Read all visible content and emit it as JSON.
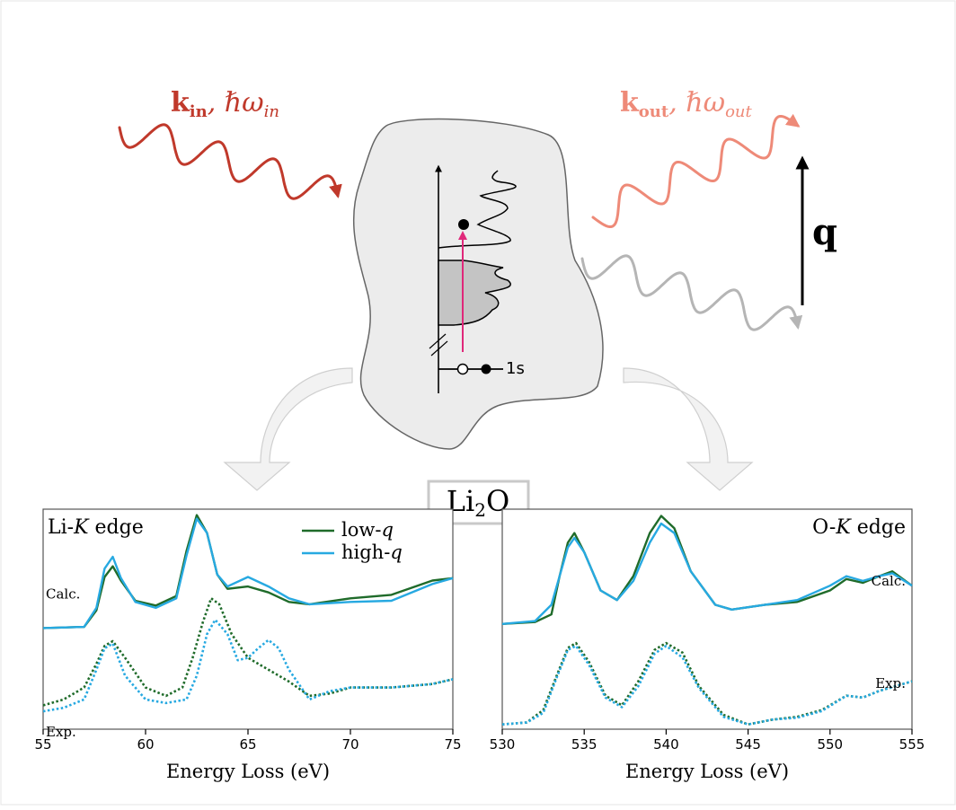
{
  "colors": {
    "incoming_wave": "#c0392b",
    "outgoing_wave": "#ee8a78",
    "scattered_wave": "#b5b5b5",
    "transition_arrow": "#e0287a",
    "low_q": "#1f6b2a",
    "high_q": "#27a9e1",
    "sample_fill": "#ececec",
    "occupied_fill": "#c4c4c4"
  },
  "labels": {
    "k_in": "k",
    "k_in_sub": "in",
    "hw_in": ", ℏω",
    "hw_in_sub": "in",
    "k_out": "k",
    "k_out_sub": "out",
    "hw_out": ", ℏω",
    "hw_out_sub": "out",
    "q": "q",
    "core_level": "1s",
    "material": "Li",
    "material_sub": "2",
    "material_end": "O"
  },
  "chart_data": [
    {
      "type": "line",
      "title": "Li-K edge",
      "xlabel": "Energy Loss (eV)",
      "xlim": [
        55,
        75
      ],
      "xticks": [
        55,
        60,
        65,
        70,
        75
      ],
      "legend": {
        "placement": "top-right",
        "entries": [
          "low-q",
          "high-q"
        ]
      },
      "annotations": [
        "Calc.",
        "Exp."
      ],
      "series": [
        {
          "name": "low-q",
          "group": "Calc.",
          "style": "solid",
          "x": [
            55,
            57,
            57.6,
            58,
            58.4,
            58.8,
            59.5,
            60.5,
            61.5,
            62,
            62.5,
            63,
            63.5,
            64,
            65,
            66,
            67,
            68,
            70,
            72,
            74,
            75
          ],
          "y": [
            0.05,
            0.06,
            0.2,
            0.48,
            0.57,
            0.45,
            0.28,
            0.24,
            0.32,
            0.7,
            1.0,
            0.85,
            0.5,
            0.38,
            0.4,
            0.35,
            0.27,
            0.25,
            0.3,
            0.33,
            0.45,
            0.47
          ]
        },
        {
          "name": "high-q",
          "group": "Calc.",
          "style": "solid",
          "x": [
            55,
            57,
            57.6,
            58,
            58.4,
            58.8,
            59.5,
            60.5,
            61.5,
            62,
            62.5,
            63,
            63.5,
            64,
            65,
            66,
            67,
            68,
            70,
            72,
            74,
            75
          ],
          "y": [
            0.05,
            0.06,
            0.22,
            0.55,
            0.65,
            0.47,
            0.27,
            0.22,
            0.3,
            0.66,
            0.97,
            0.85,
            0.5,
            0.4,
            0.48,
            0.4,
            0.3,
            0.25,
            0.27,
            0.28,
            0.42,
            0.47
          ]
        },
        {
          "name": "low-q",
          "group": "Exp.",
          "style": "dotted",
          "x": [
            55,
            56,
            57,
            57.6,
            58,
            58.4,
            59,
            60,
            61,
            61.8,
            62.3,
            62.8,
            63.2,
            63.6,
            64.2,
            65,
            66,
            67,
            68,
            69,
            70,
            72,
            74,
            75
          ],
          "y": [
            -0.6,
            -0.55,
            -0.45,
            -0.25,
            -0.1,
            -0.06,
            -0.2,
            -0.45,
            -0.52,
            -0.45,
            -0.2,
            0.1,
            0.3,
            0.25,
            0.0,
            -0.2,
            -0.3,
            -0.4,
            -0.52,
            -0.5,
            -0.45,
            -0.45,
            -0.42,
            -0.38
          ]
        },
        {
          "name": "high-q",
          "group": "Exp.",
          "style": "dotted",
          "x": [
            55,
            56,
            57,
            57.6,
            58,
            58.4,
            59,
            60,
            61,
            62,
            62.5,
            63,
            63.4,
            64,
            64.5,
            65,
            65.5,
            66,
            66.5,
            67,
            68,
            69,
            70,
            72,
            74,
            75
          ],
          "y": [
            -0.65,
            -0.62,
            -0.55,
            -0.3,
            -0.12,
            -0.08,
            -0.35,
            -0.55,
            -0.58,
            -0.55,
            -0.35,
            0.0,
            0.12,
            0.0,
            -0.22,
            -0.2,
            -0.12,
            -0.05,
            -0.12,
            -0.3,
            -0.55,
            -0.48,
            -0.45,
            -0.45,
            -0.42,
            -0.38
          ]
        }
      ]
    },
    {
      "type": "line",
      "title": "O-K edge",
      "xlabel": "Energy Loss (eV)",
      "xlim": [
        530,
        555
      ],
      "xticks": [
        530,
        535,
        540,
        545,
        550,
        555
      ],
      "annotations": [
        "Calc.",
        "Exp."
      ],
      "series": [
        {
          "name": "low-q",
          "group": "Calc.",
          "style": "solid",
          "x": [
            530,
            532,
            533,
            533.5,
            534,
            534.4,
            535,
            536,
            537,
            538,
            539,
            539.7,
            540.5,
            541.5,
            543,
            544,
            546,
            548,
            550,
            551,
            552,
            553,
            553.8,
            555
          ],
          "y": [
            0.05,
            0.07,
            0.15,
            0.55,
            0.9,
            1.0,
            0.8,
            0.4,
            0.3,
            0.55,
            1.0,
            1.18,
            1.05,
            0.6,
            0.25,
            0.2,
            0.25,
            0.28,
            0.4,
            0.52,
            0.48,
            0.55,
            0.6,
            0.45
          ]
        },
        {
          "name": "high-q",
          "group": "Calc.",
          "style": "solid",
          "x": [
            530,
            532,
            533,
            533.5,
            534,
            534.4,
            535,
            536,
            537,
            538,
            539,
            539.7,
            540.5,
            541.5,
            543,
            544,
            546,
            548,
            550,
            551,
            552,
            553,
            553.8,
            555
          ],
          "y": [
            0.05,
            0.08,
            0.25,
            0.55,
            0.85,
            0.95,
            0.8,
            0.4,
            0.3,
            0.5,
            0.9,
            1.1,
            1.0,
            0.6,
            0.25,
            0.2,
            0.25,
            0.3,
            0.45,
            0.55,
            0.5,
            0.55,
            0.58,
            0.45
          ]
        },
        {
          "name": "low-q",
          "group": "Exp.",
          "style": "dotted",
          "x": [
            530,
            531.5,
            532.5,
            533.3,
            534,
            534.5,
            535.3,
            536.3,
            537.3,
            538.3,
            539.3,
            540,
            541,
            542,
            543.5,
            545,
            546.5,
            548,
            549.5,
            551,
            552,
            553,
            554,
            555
          ],
          "y": [
            -1.0,
            -0.98,
            -0.85,
            -0.5,
            -0.2,
            -0.15,
            -0.35,
            -0.7,
            -0.8,
            -0.55,
            -0.22,
            -0.15,
            -0.25,
            -0.6,
            -0.9,
            -1.0,
            -0.95,
            -0.92,
            -0.85,
            -0.7,
            -0.72,
            -0.65,
            -0.6,
            -0.55
          ]
        },
        {
          "name": "high-q",
          "group": "Exp.",
          "style": "dotted",
          "x": [
            530,
            531.5,
            532.5,
            533.3,
            534,
            534.5,
            535.3,
            536.3,
            537.3,
            538.3,
            539.3,
            540,
            541,
            542,
            543.5,
            545,
            546.5,
            548,
            549.5,
            551,
            552,
            553,
            554,
            555
          ],
          "y": [
            -1.0,
            -0.98,
            -0.88,
            -0.52,
            -0.22,
            -0.18,
            -0.38,
            -0.72,
            -0.82,
            -0.6,
            -0.26,
            -0.18,
            -0.3,
            -0.62,
            -0.92,
            -1.0,
            -0.95,
            -0.93,
            -0.86,
            -0.7,
            -0.72,
            -0.65,
            -0.6,
            -0.55
          ]
        }
      ]
    }
  ]
}
